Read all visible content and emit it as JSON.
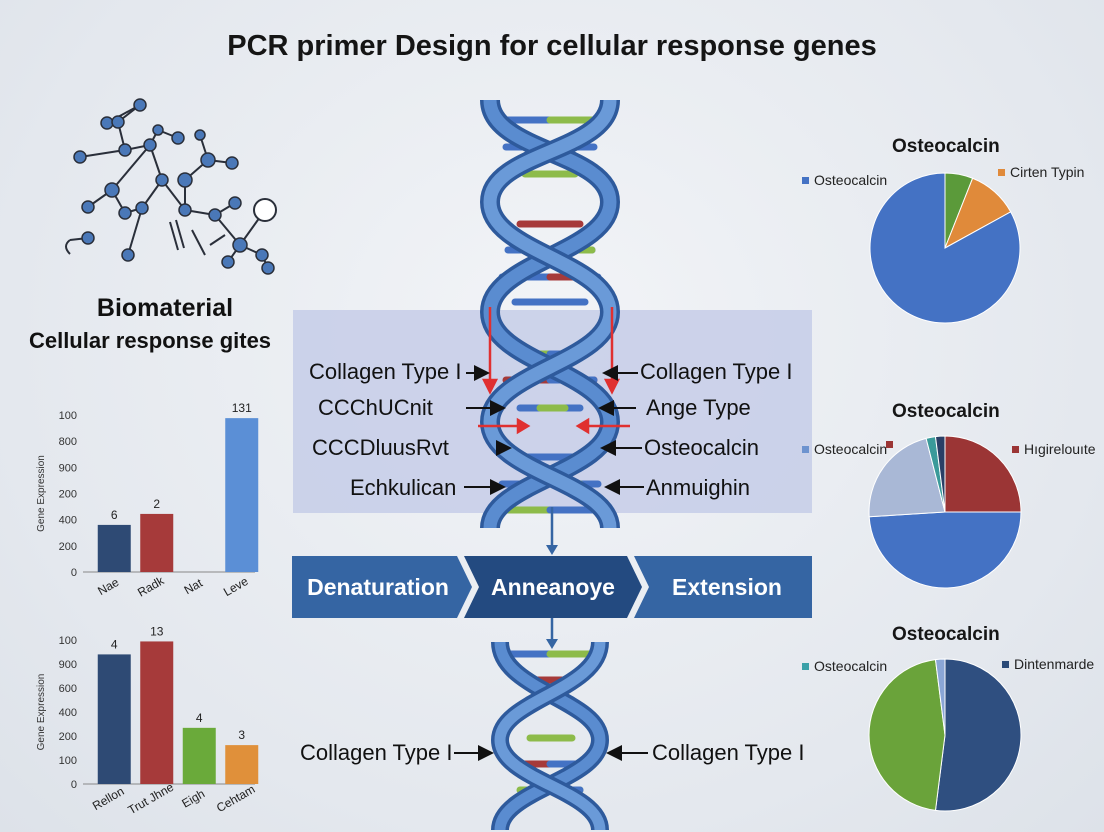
{
  "title": "PCR primer Design for cellular response genes",
  "biomaterial": {
    "title": "Biomaterial",
    "subtitle": "Cellular response gites"
  },
  "dna": {
    "labels_left": [
      "Collagen Type I",
      "CCChUCnit",
      "CCCDluusRvt",
      "Echkulican"
    ],
    "labels_right": [
      "Collagen Type I",
      "Ange Type",
      "Osteocalcin",
      "Anmuighin"
    ],
    "labels_bottom_left": "Collagen Type I",
    "labels_bottom_right": "Collagen Type I"
  },
  "pcr_steps": [
    "Denaturation",
    "Anneanoye",
    "Extension"
  ],
  "colors": {
    "step_blue": "#3565a3",
    "step_dark": "#234a80",
    "highlight_box": "#c6cde8",
    "dna_blue": "#4f7fc4"
  },
  "chart_data": [
    {
      "type": "bar",
      "categories": [
        "Nae",
        "Radk",
        "Nat",
        "Leve"
      ],
      "values": [
        300,
        370,
        null,
        980
      ],
      "data_labels": [
        "6",
        "2",
        "",
        "131"
      ],
      "colors": [
        "#2e4a74",
        "#a63a3a",
        "#4472c4",
        "#5b8fd6"
      ],
      "ylabel": "Gene Expression",
      "yticks": [
        "0",
        "200",
        "400",
        "200",
        "900",
        "800",
        "100"
      ],
      "ylim": [
        0,
        1000
      ]
    },
    {
      "type": "bar",
      "categories": [
        "Rellon",
        "Trut Jhne",
        "Eigh",
        "Cehtam"
      ],
      "values": [
        900,
        990,
        390,
        270
      ],
      "data_labels": [
        "4",
        "13",
        "4",
        "3"
      ],
      "colors": [
        "#2e4a74",
        "#a63a3a",
        "#6aaa3a",
        "#e0903a"
      ],
      "ylabel": "Gene Expression",
      "yticks": [
        "0",
        "100",
        "200",
        "400",
        "600",
        "900",
        "100"
      ],
      "ylim": [
        0,
        1000
      ]
    },
    {
      "type": "pie",
      "title": "Osteocalcin",
      "legend": [
        {
          "label": "Osteocalcin",
          "color": "#4472c4"
        },
        {
          "label": "Cirten Typin",
          "color": "#e08a3a"
        }
      ],
      "slices": [
        {
          "value": 6,
          "color": "#5b9a3a"
        },
        {
          "value": 11,
          "color": "#e08a3a"
        },
        {
          "value": 83,
          "color": "#4472c4"
        }
      ]
    },
    {
      "type": "pie",
      "title": "Osteocalcin",
      "legend": [
        {
          "label": "Osteocalcin",
          "color": "#6d93cf"
        },
        {
          "label": "",
          "color": "#9b3535"
        },
        {
          "label": "Hıgirelouıte",
          "color": "#9b3535"
        }
      ],
      "slices": [
        {
          "value": 25,
          "color": "#9b3535"
        },
        {
          "value": 49,
          "color": "#4472c4"
        },
        {
          "value": 22,
          "color": "#a9b8d6"
        },
        {
          "value": 2,
          "color": "#3a9a9a"
        },
        {
          "value": 2,
          "color": "#2a3f66"
        }
      ]
    },
    {
      "type": "pie",
      "title": "Osteocalcin",
      "legend": [
        {
          "label": "Osteocalcin",
          "color": "#3aa0a8"
        },
        {
          "label": "Dintenmarde",
          "color": "#2a4a78"
        }
      ],
      "slices": [
        {
          "value": 52,
          "color": "#2f4f80"
        },
        {
          "value": 46,
          "color": "#6aa33a"
        },
        {
          "value": 2,
          "color": "#8aa6d6"
        }
      ]
    }
  ]
}
